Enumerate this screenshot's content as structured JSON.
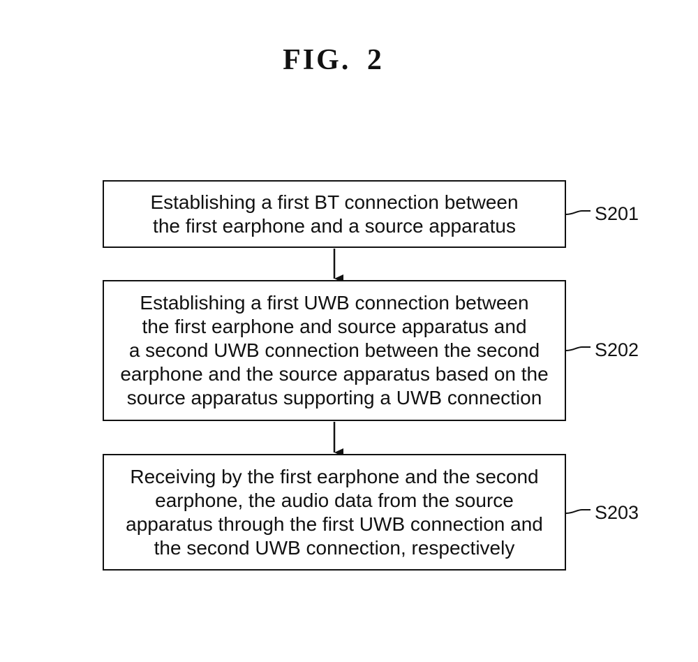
{
  "figure": {
    "title": "FIG. 2"
  },
  "steps": [
    {
      "label": "S201",
      "lines": [
        "Establishing a first BT connection between",
        "the first earphone and a source apparatus"
      ]
    },
    {
      "label": "S202",
      "lines": [
        "Establishing a first UWB connection between",
        "the first earphone and source apparatus and",
        "a second UWB connection between the second",
        "earphone and the source apparatus based on the",
        "source apparatus supporting a UWB connection"
      ]
    },
    {
      "label": "S203",
      "lines": [
        "Receiving by the first earphone and the second",
        "earphone, the audio data from the source",
        "apparatus through the first UWB connection and",
        "the second UWB connection, respectively"
      ]
    }
  ]
}
